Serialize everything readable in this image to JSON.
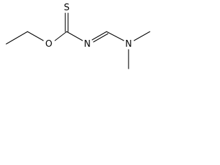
{
  "molecule": {
    "atoms": {
      "sulfur": "S",
      "oxygen": "O",
      "imine_nitrogen": "N",
      "amine_nitrogen": "N"
    }
  }
}
